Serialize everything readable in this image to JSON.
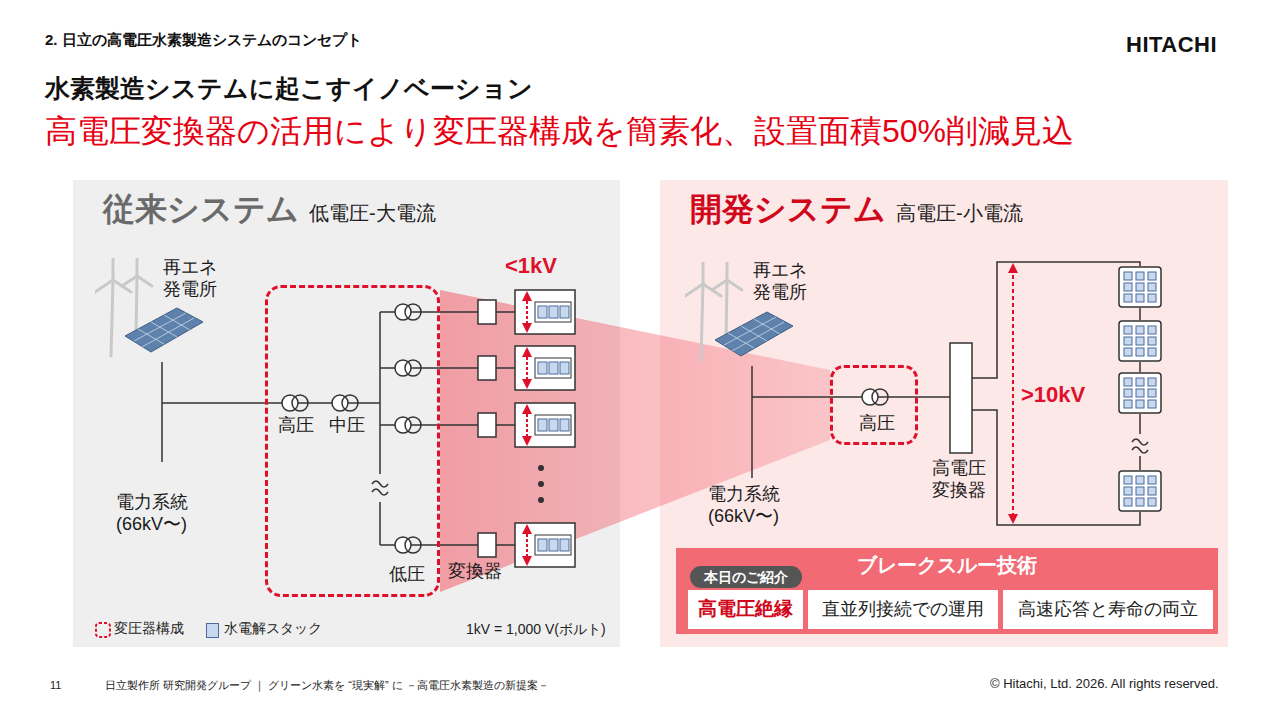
{
  "diagram": {
    "title": "水素製造システムに起こすイノベーション",
    "nodes": [
      {
        "text": [
          "従来システム",
          "低電圧-大電流"
        ]
      },
      {
        "text": [
          "高圧",
          "中圧",
          "低圧"
        ],
        "in": 0
      },
      {
        "text": [
          "開発システム",
          "高電圧-小電流"
        ]
      },
      {
        "text": [
          "高圧"
        ],
        "in": 2
      },
      {
        "text": [
          "ブレークスルー技術"
        ],
        "in": 2
      },
      {
        "text": [
          "本日のご紹介"
        ],
        "in": 4
      },
      {
        "text": [
          "高電圧絶縁"
        ],
        "in": 4
      },
      {
        "text": [
          "直並列接続での運用"
        ],
        "in": 4
      },
      {
        "text": [
          "高速応答と寿命の両立"
        ],
        "in": 4
      }
    ],
    "labels": [
      "2. 日立の高電圧水素製造システムのコンセプト",
      "HITACHI",
      "高電圧変換器の活用により変圧器構成を簡素化、設置面積50%削減見込",
      "再エネ 発電所",
      "電力系統 (66kV〜)",
      "<1kV",
      "変換器",
      "再エネ 発電所",
      "電力系統 (66kV〜)",
      "高電圧 変換器",
      ">10kV",
      "1kV = 1,000 V(ボルト)",
      "11",
      "日立製作所 研究開発グループ ｜ グリーン水素を “現実解” に －高電圧水素製造の新提案－",
      "© Hitachi, Ltd. 2026. All rights reserved."
    ],
    "legend": [
      {
        "text": "変圧器構成"
      },
      {
        "text": "水電解スタック",
        "color": "#c8d8ee"
      }
    ]
  }
}
